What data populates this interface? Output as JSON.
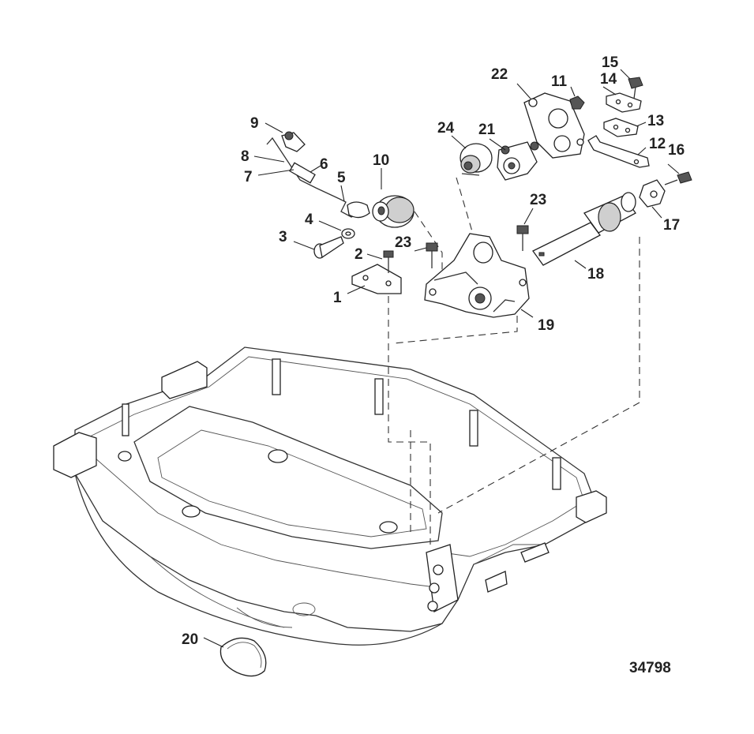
{
  "figure_number": "34798",
  "callouts": [
    {
      "id": "1",
      "label": "1"
    },
    {
      "id": "2",
      "label": "2"
    },
    {
      "id": "3",
      "label": "3"
    },
    {
      "id": "4",
      "label": "4"
    },
    {
      "id": "5",
      "label": "5"
    },
    {
      "id": "6",
      "label": "6"
    },
    {
      "id": "7",
      "label": "7"
    },
    {
      "id": "8",
      "label": "8"
    },
    {
      "id": "9",
      "label": "9"
    },
    {
      "id": "10",
      "label": "10"
    },
    {
      "id": "11",
      "label": "11"
    },
    {
      "id": "12",
      "label": "12"
    },
    {
      "id": "13",
      "label": "13"
    },
    {
      "id": "14",
      "label": "14"
    },
    {
      "id": "15",
      "label": "15"
    },
    {
      "id": "16",
      "label": "16"
    },
    {
      "id": "17",
      "label": "17"
    },
    {
      "id": "18",
      "label": "18"
    },
    {
      "id": "19",
      "label": "19"
    },
    {
      "id": "20",
      "label": "20"
    },
    {
      "id": "21",
      "label": "21"
    },
    {
      "id": "22",
      "label": "22"
    },
    {
      "id": "23a",
      "label": "23"
    },
    {
      "id": "23b",
      "label": "23"
    },
    {
      "id": "24",
      "label": "24"
    }
  ]
}
